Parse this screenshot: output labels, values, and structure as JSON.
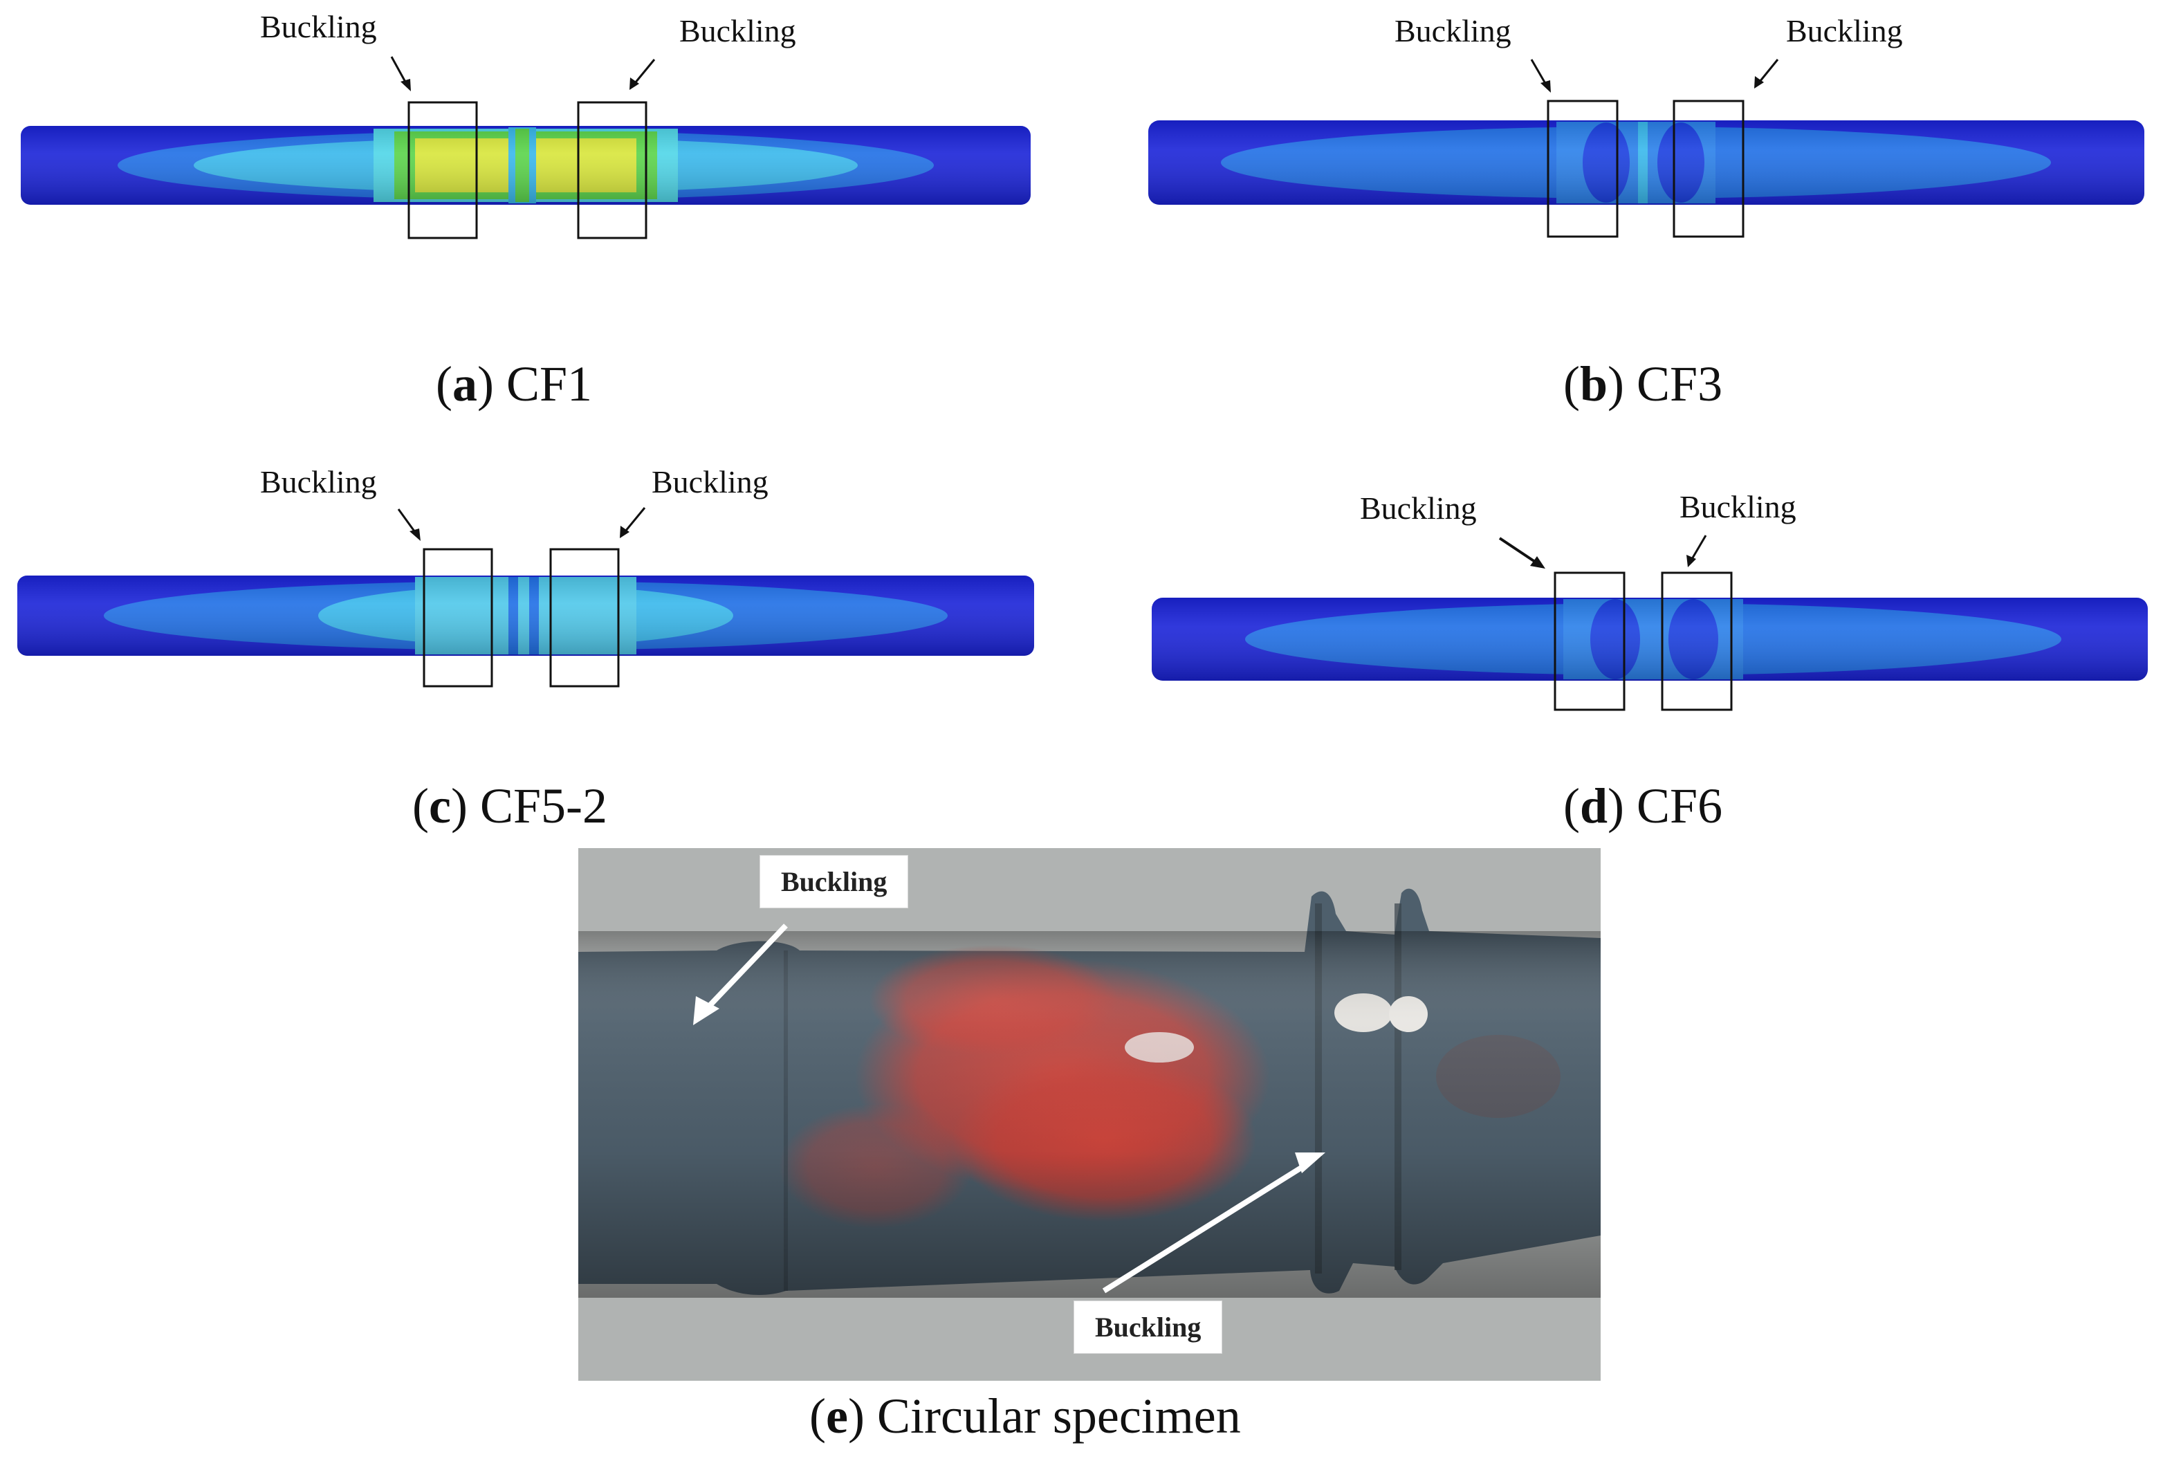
{
  "panels": [
    {
      "letter": "a",
      "name": "CF1",
      "left_label": "Buckling",
      "right_label": "Buckling"
    },
    {
      "letter": "b",
      "name": "CF3",
      "left_label": "Buckling",
      "right_label": "Buckling"
    },
    {
      "letter": "c",
      "name": "CF5-2",
      "left_label": "Buckling",
      "right_label": "Buckling"
    },
    {
      "letter": "d",
      "name": "CF6",
      "left_label": "Buckling",
      "right_label": "Buckling"
    }
  ],
  "photo": {
    "letter": "e",
    "name": "Circular specimen",
    "top_label": "Buckling",
    "bottom_label": "Buckling"
  },
  "colors": {
    "dark_blue": "#1a23d8",
    "mid_blue": "#1f6fe6",
    "light_blue": "#38b8ec",
    "cyan": "#4fd6e8",
    "green": "#5ad44a",
    "yellow": "#d8e63a",
    "rust": "#c8423a",
    "steel": "#4e5f6c"
  }
}
